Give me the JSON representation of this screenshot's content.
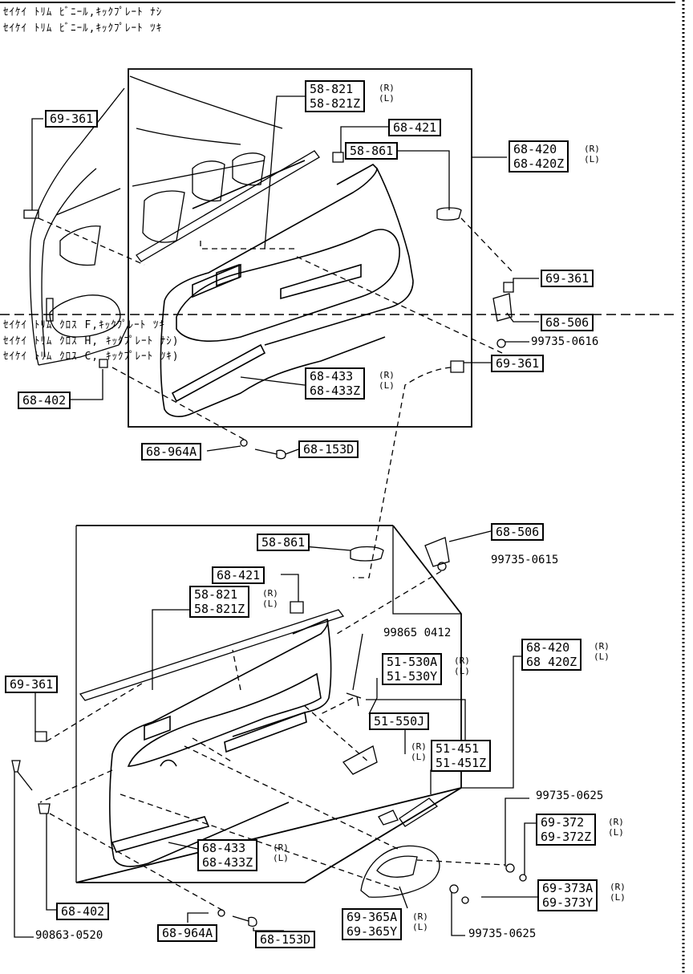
{
  "section1": {
    "headers": [
      "ｾｲｹｲ ﾄﾘﾑ ﾋﾞﾆｰﾙ,ｷｯｸﾌﾟﾚｰﾄ ﾅｼ",
      "ｾｲｹｲ ﾄﾘﾑ ﾋﾞﾆｰﾙ,ｷｯｸﾌﾟﾚｰﾄ ﾂｷ"
    ],
    "parts": {
      "p69_361_left": "69-361",
      "p58_821": "58-821",
      "p58_821z": "58-821Z",
      "p68_421": "68-421",
      "p58_861": "58-861",
      "p68_420": "68-420",
      "p68_420z": "68-420Z",
      "p69_361_right": "69-361",
      "p68_506": "68-506",
      "p99735_0616": "99735-0616",
      "p68_433": "68-433",
      "p68_433z": "68-433Z",
      "p68_402": "68-402",
      "p68_964a": "68-964A",
      "p68_153d": "68-153D"
    }
  },
  "section2": {
    "headers": [
      "ｾｲｹｲ ﾄﾘﾑ ｸﾛｽ F,ｷｯｸﾌﾟﾚｰﾄ ﾂｷ",
      "ｾｲｹｲ ﾄﾘﾑ ｸﾛｽ H, ｷｯｸﾌﾟﾚｰﾄ ﾅｼ)",
      "ｾｲｹｲ ﾄﾘﾑ ｸﾛｽ C, ｷｯｸﾌﾟﾚｰﾄ ﾂｷ)"
    ],
    "parts": {
      "p69_361_top": "69-361",
      "p68_506": "68-506",
      "p99735_0615": "99735-0615",
      "p58_861": "58-861",
      "p68_421": "68-421",
      "p58_821": "58-821",
      "p58_821z": "58-821Z",
      "p99865_0412": "99865 0412",
      "p68_420": "68-420",
      "p68_420z": "68 420Z",
      "p51_530a": "51-530A",
      "p51_530y": "51-530Y",
      "p69_361_left": "69-361",
      "p51_550j": "51-550J",
      "p51_451": "51-451",
      "p51_451z": "51-451Z",
      "p99735_0625_a": "99735-0625",
      "p69_372": "69-372",
      "p69_372z": "69-372Z",
      "p68_433": "68-433",
      "p68_433z": "68-433Z",
      "p69_373a": "69-373A",
      "p69_373y": "69-373Y",
      "p68_402": "68-402",
      "p68_964a": "68-964A",
      "p68_153d": "68-153D",
      "p69_365a": "69-365A",
      "p69_365y": "69-365Y",
      "p99735_0625_b": "99735-0625",
      "p90863_0520": "90863-0520"
    }
  },
  "side_labels": {
    "r": "(R)",
    "l": "(L)"
  }
}
